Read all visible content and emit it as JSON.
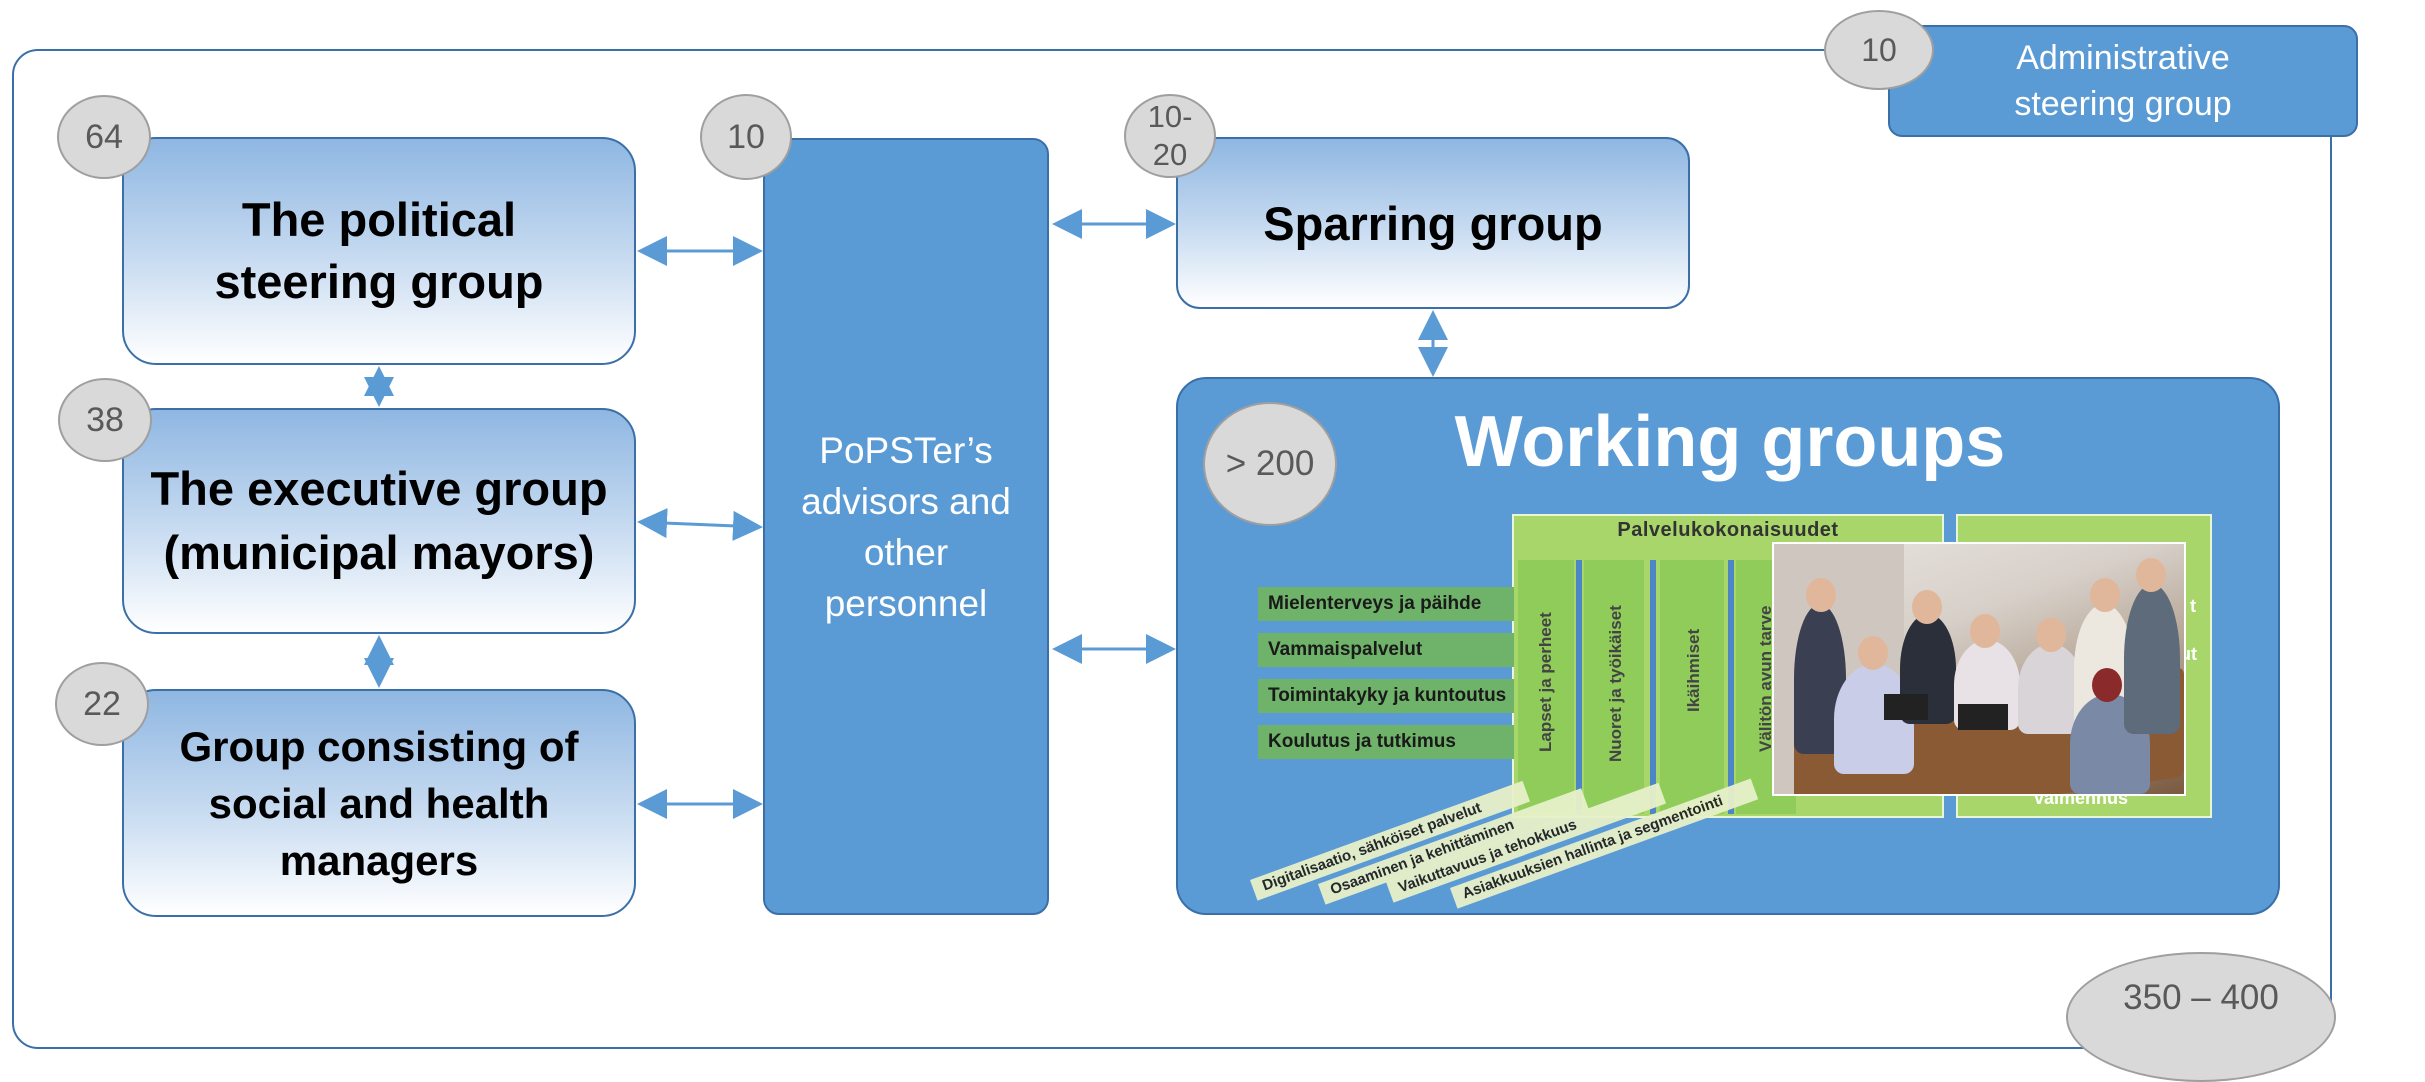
{
  "admin_group": {
    "count": "10",
    "line1": "Administrative",
    "line2": "steering group"
  },
  "political_group": {
    "count": "64",
    "line1": "The political",
    "line2": "steering group"
  },
  "executive_group": {
    "count": "38",
    "line1": "The executive group",
    "line2": "(municipal mayors)"
  },
  "managers_group": {
    "count": "22",
    "line1": "Group consisting of",
    "line2": "social and health",
    "line3": "managers"
  },
  "popster": {
    "count": "10",
    "line1": "PoPSTer’s",
    "line2": "advisors and",
    "line3": "other",
    "line4": "personnel"
  },
  "sparring_group": {
    "count_line1": "10-",
    "count_line2": "20",
    "label": "Sparring group"
  },
  "working_groups": {
    "count": "> 200",
    "title": "Working groups",
    "service_header": "Palvelukokonaisuudet",
    "rows": [
      "Mielenterveys ja päihde",
      "Vammaispalvelut",
      "Toimintakyky ja kuntoutus",
      "Koulutus ja tutkimus"
    ],
    "columns": [
      "Lapset ja perheet",
      "Nuoret ja työikäiset",
      "Ikäihmiset",
      "Välitön avun tarve"
    ],
    "diagonals": [
      "Digitalisaatio, sähköiset palvelut",
      "Osaaminen ja kehittäminen",
      "Vaikuttavuus ja tehokkuus",
      "Asiakkuuksien hallinta ja segmentointi"
    ],
    "right_fragments": [
      "t",
      "ut",
      "valmennus"
    ]
  },
  "total": {
    "count": "350 – 400"
  },
  "colors": {
    "box_blue": "#5b9bd5",
    "border": "#3a6fa8",
    "green": "#a9d66b",
    "circle": "#d9d9d9"
  }
}
